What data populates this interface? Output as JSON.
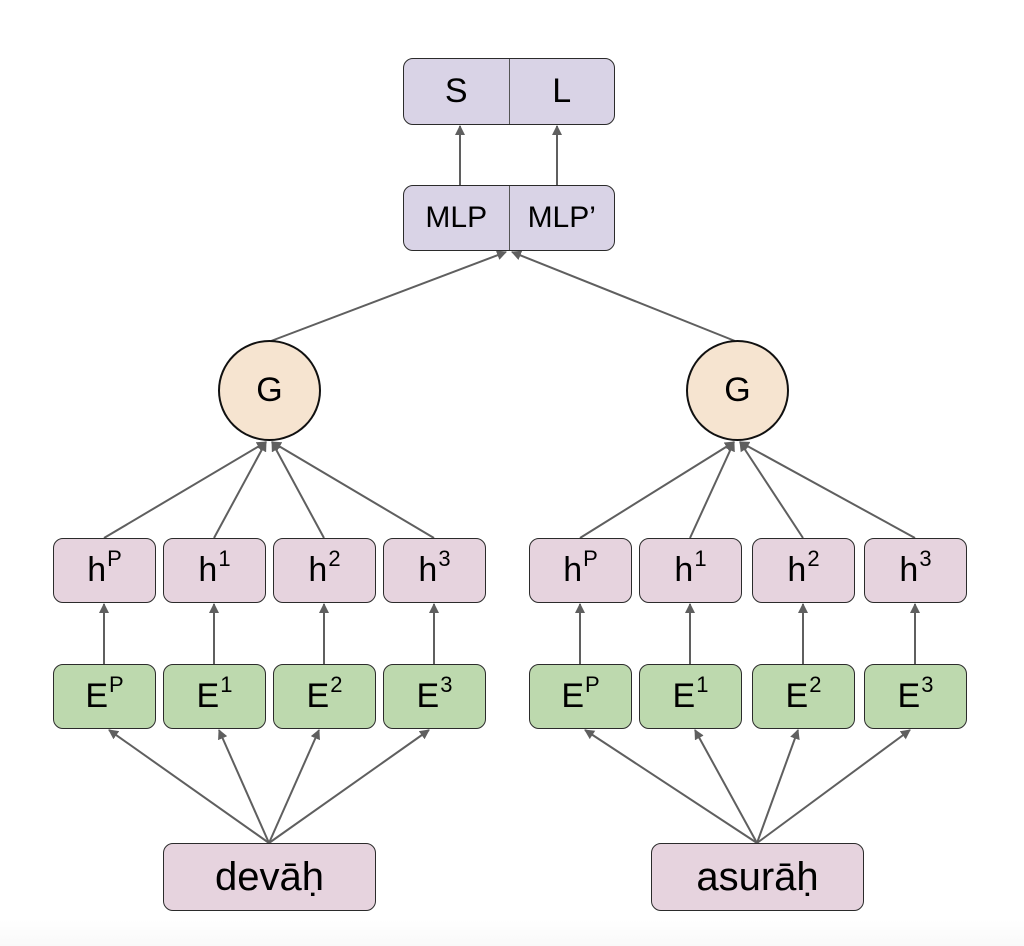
{
  "diagram": {
    "output": {
      "left": "S",
      "right": "L"
    },
    "mlp": {
      "left": "MLP",
      "right": "MLP’"
    },
    "branches": [
      {
        "word": "devāḥ",
        "gate": "G",
        "hidden": [
          {
            "base": "h",
            "sup": "P"
          },
          {
            "base": "h",
            "sup": "1"
          },
          {
            "base": "h",
            "sup": "2"
          },
          {
            "base": "h",
            "sup": "3"
          }
        ],
        "embeddings": [
          {
            "base": "E",
            "sup": "P"
          },
          {
            "base": "E",
            "sup": "1"
          },
          {
            "base": "E",
            "sup": "2"
          },
          {
            "base": "E",
            "sup": "3"
          }
        ]
      },
      {
        "word": "asurāḥ",
        "gate": "G",
        "hidden": [
          {
            "base": "h",
            "sup": "P"
          },
          {
            "base": "h",
            "sup": "1"
          },
          {
            "base": "h",
            "sup": "2"
          },
          {
            "base": "h",
            "sup": "3"
          }
        ],
        "embeddings": [
          {
            "base": "E",
            "sup": "P"
          },
          {
            "base": "E",
            "sup": "1"
          },
          {
            "base": "E",
            "sup": "2"
          },
          {
            "base": "E",
            "sup": "3"
          }
        ]
      }
    ],
    "colors": {
      "output_fill": "#d9d3e6",
      "hidden_fill": "#e6d3de",
      "embedding_fill": "#bdd9ae",
      "gate_fill": "#f6e4d0",
      "edge": "#5f5f5f"
    }
  }
}
